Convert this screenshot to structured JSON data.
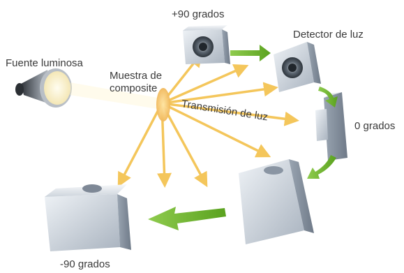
{
  "labels": {
    "light_source": "Fuente luminosa",
    "sample_line1": "Muestra de",
    "sample_line2": "composite",
    "detector_plus90": "+90 grados",
    "detector": "Detector de luz",
    "zero": "0 grados",
    "minus90": "-90 grados",
    "transmission": "Transmisión de luz"
  },
  "colors": {
    "ray": "#f3c04a",
    "arrow_green": "#6db52b",
    "box_light": "#dde3ea",
    "box_dark": "#8a95a3",
    "text": "#3a3a3a"
  },
  "icons": [
    "light-source-icon",
    "sample-disc-icon",
    "detector-box-icon",
    "lens-icon",
    "green-arrow-icon",
    "light-ray-arrow"
  ]
}
